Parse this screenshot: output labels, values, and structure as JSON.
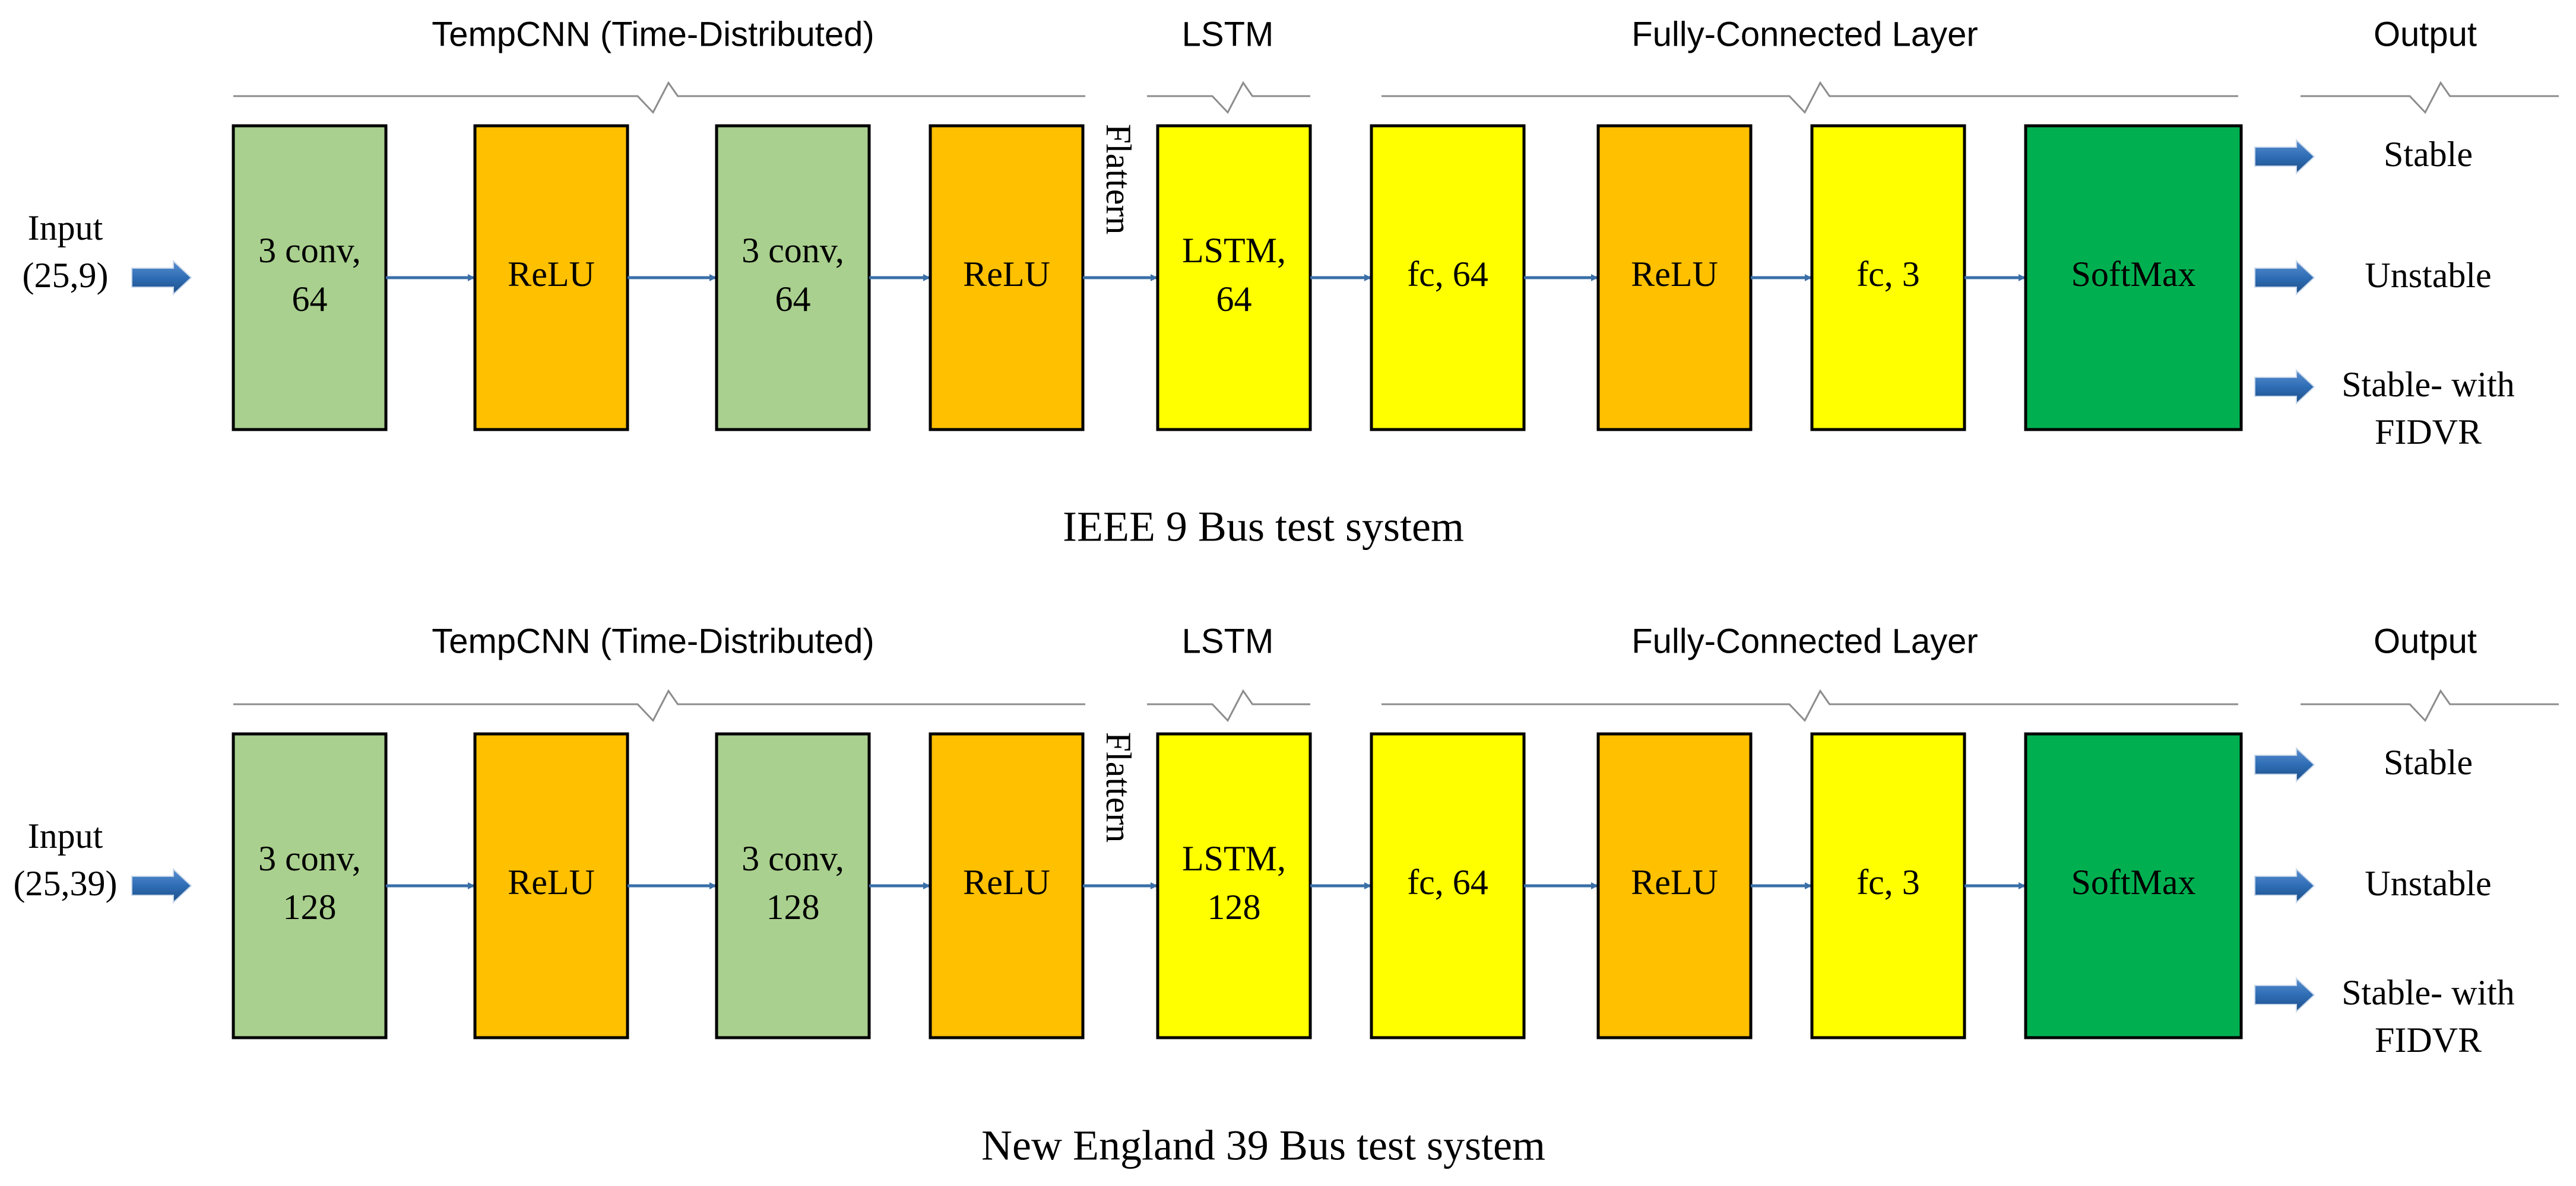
{
  "colors": {
    "conv": "#a9d08e",
    "relu": "#ffc000",
    "lstm": "#ffff00",
    "fc": "#ffff00",
    "softmax": "#00b050",
    "arrow": "#3a6fa8",
    "bracket": "#8c8c8c",
    "stroke": "#000000"
  },
  "diagrams": [
    {
      "headers": {
        "tempcnn": "TempCNN (Time-Distributed)",
        "lstm": "LSTM",
        "fc": "Fully-Connected Layer",
        "output": "Output"
      },
      "input": [
        "Input",
        "(25,9)"
      ],
      "flatten_label": "Flattern",
      "blocks": [
        {
          "kind": "conv",
          "lines": [
            "3 conv,",
            "64"
          ]
        },
        {
          "kind": "relu",
          "lines": [
            "ReLU"
          ]
        },
        {
          "kind": "conv",
          "lines": [
            "3 conv,",
            "64"
          ]
        },
        {
          "kind": "relu",
          "lines": [
            "ReLU"
          ]
        },
        {
          "kind": "lstm",
          "lines": [
            "LSTM,",
            "64"
          ]
        },
        {
          "kind": "fc",
          "lines": [
            "fc, 64"
          ]
        },
        {
          "kind": "relu",
          "lines": [
            "ReLU"
          ]
        },
        {
          "kind": "fc",
          "lines": [
            "fc, 3"
          ]
        },
        {
          "kind": "softmax",
          "lines": [
            "SoftMax"
          ]
        }
      ],
      "outputs": [
        [
          "Stable"
        ],
        [
          "Unstable"
        ],
        [
          "Stable- with",
          "FIDVR"
        ]
      ],
      "caption": "IEEE 9 Bus test system"
    },
    {
      "headers": {
        "tempcnn": "TempCNN (Time-Distributed)",
        "lstm": "LSTM",
        "fc": "Fully-Connected Layer",
        "output": "Output"
      },
      "input": [
        "Input",
        "(25,39)"
      ],
      "flatten_label": "Flattern",
      "blocks": [
        {
          "kind": "conv",
          "lines": [
            "3 conv,",
            "128"
          ]
        },
        {
          "kind": "relu",
          "lines": [
            "ReLU"
          ]
        },
        {
          "kind": "conv",
          "lines": [
            "3 conv,",
            "128"
          ]
        },
        {
          "kind": "relu",
          "lines": [
            "ReLU"
          ]
        },
        {
          "kind": "lstm",
          "lines": [
            "LSTM,",
            "128"
          ]
        },
        {
          "kind": "fc",
          "lines": [
            "fc, 64"
          ]
        },
        {
          "kind": "relu",
          "lines": [
            "ReLU"
          ]
        },
        {
          "kind": "fc",
          "lines": [
            "fc, 3"
          ]
        },
        {
          "kind": "softmax",
          "lines": [
            "SoftMax"
          ]
        }
      ],
      "outputs": [
        [
          "Stable"
        ],
        [
          "Unstable"
        ],
        [
          "Stable- with",
          "FIDVR"
        ]
      ],
      "caption": "New England 39 Bus test system"
    }
  ]
}
